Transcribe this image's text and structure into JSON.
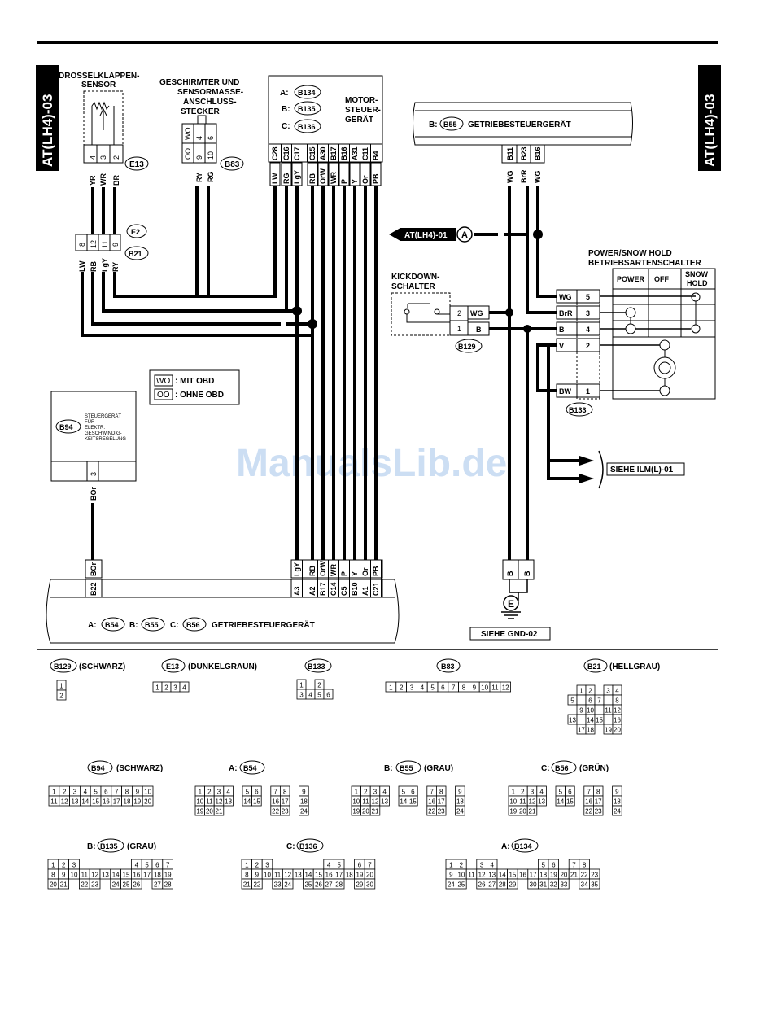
{
  "page": {
    "side_tab_left": "AT(LH4)-03",
    "side_tab_right": "AT(LH4)-03",
    "watermark": "ManualsLib.de"
  },
  "components": {
    "throttle_sensor": {
      "title_line1": "DROSSELKLAPPEN-",
      "title_line2": "SENSOR",
      "pins": [
        "4",
        "3",
        "2"
      ],
      "wires": [
        "YR",
        "WR",
        "BR"
      ],
      "connector": "E13"
    },
    "ground_connector": {
      "title_line1": "GESCHIRMTER UND",
      "title_line2": "SENSORMASSE-",
      "title_line3": "ANSCHLUSS-",
      "title_line4": "STECKER",
      "pins": [
        "WO",
        "4",
        "9",
        "10",
        "6",
        "OO"
      ],
      "top_labels": [
        "WO",
        "OO"
      ],
      "top_pins": [
        "4",
        "6"
      ],
      "mid_pins": [
        "9",
        "10"
      ],
      "wires": [
        "RY",
        "RG"
      ],
      "connector": "B83"
    },
    "engine_ecu": {
      "title_line1": "MOTOR-",
      "title_line2": "STEUER-",
      "title_line3": "GERÄT",
      "prefix_a": "A:",
      "prefix_b": "B:",
      "prefix_c": "C:",
      "conn_a": "B134",
      "conn_b": "B135",
      "conn_c": "B136",
      "pins": [
        "C28",
        "C16",
        "C17",
        "C15",
        "A30",
        "B17",
        "B16",
        "A31",
        "C11",
        "B4"
      ],
      "wires": [
        "LW",
        "RG",
        "LgY",
        "RB",
        "OrW",
        "WR",
        "P",
        "Y",
        "Or",
        "PB"
      ]
    },
    "tcu_top": {
      "prefix": "B:",
      "connector": "B55",
      "title": "GETRIEBESTEUERGERÄT",
      "pins": [
        "B11",
        "B23",
        "B16"
      ],
      "wires": [
        "WG",
        "BrR",
        "WG"
      ]
    },
    "joint": {
      "connectors": [
        "E2",
        "B21"
      ],
      "pins": [
        "8",
        "12",
        "11",
        "9"
      ],
      "wires": [
        "LW",
        "RB",
        "LgY",
        "RY"
      ]
    },
    "reference_a": {
      "text": "AT(LH4)-01",
      "letter": "A"
    },
    "kickdown": {
      "title_line1": "KICKDOWN-",
      "title_line2": "SCHALTER",
      "pins": [
        "2",
        "1"
      ],
      "wires": [
        "WG",
        "B"
      ],
      "connector": "B129"
    },
    "mode_switch": {
      "title_line1": "POWER/SNOW HOLD",
      "title_line2": "BETRIEBSARTENSCHALTER",
      "col_power": "POWER",
      "col_off": "OFF",
      "col_snow1": "SNOW",
      "col_snow2": "HOLD",
      "pins": [
        "5",
        "3",
        "4",
        "2",
        "1"
      ],
      "wires": [
        "WG",
        "BrR",
        "B",
        "V",
        "BW"
      ],
      "connector": "B133"
    },
    "legend": {
      "wo_code": "WO",
      "wo_text": ": MIT OBD",
      "oo_code": "OO",
      "oo_text": ": OHNE OBD"
    },
    "cruise_ecu": {
      "connector": "B94",
      "text_lines": [
        "STEUERGERÄT",
        "FÜR",
        "ELEKTR.",
        "GESCHWINDIG-",
        "KEITSREGELUNG"
      ],
      "pin": "3",
      "wire": "BOr"
    },
    "ilm_ref": {
      "text": "SIEHE ILM(L)-01"
    },
    "ground": {
      "letter": "E",
      "text": "SIEHE GND-02",
      "wires": [
        "B",
        "B"
      ]
    },
    "tcu_bottom": {
      "prefix_a": "A:",
      "conn_a": "B54",
      "prefix_b": "B:",
      "conn_b": "B55",
      "prefix_c": "C:",
      "conn_c": "B56",
      "title": "GETRIEBESTEUERGERÄT",
      "pins_left": [
        "B22"
      ],
      "wires_left": [
        "BOr"
      ],
      "pins": [
        "A3",
        "A2",
        "B17",
        "C14",
        "C5",
        "B10",
        "A1",
        "C21"
      ],
      "wires": [
        "LgY",
        "RB",
        "OrW",
        "WR",
        "P",
        "Y",
        "Or",
        "PB"
      ]
    }
  },
  "connector_views": {
    "b129": {
      "id": "B129",
      "color": "(SCHWARZ)"
    },
    "e13": {
      "id": "E13",
      "color": "(DUNKELGRAUN)"
    },
    "b133": {
      "id": "B133",
      "color": ""
    },
    "b83": {
      "id": "B83",
      "color": ""
    },
    "b21": {
      "id": "B21",
      "color": "(HELLGRAU)"
    },
    "b94": {
      "id": "B94",
      "color": "(SCHWARZ)"
    },
    "b54": {
      "prefix": "A:",
      "id": "B54",
      "color": ""
    },
    "b55": {
      "prefix": "B:",
      "id": "B55",
      "color": "(GRAU)"
    },
    "b56": {
      "prefix": "C:",
      "id": "B56",
      "color": "(GRÜN)"
    },
    "b135": {
      "prefix": "B:",
      "id": "B135",
      "color": "(GRAU)"
    },
    "b136": {
      "prefix": "C:",
      "id": "B136",
      "color": ""
    },
    "b134": {
      "prefix": "A:",
      "id": "B134",
      "color": ""
    }
  }
}
